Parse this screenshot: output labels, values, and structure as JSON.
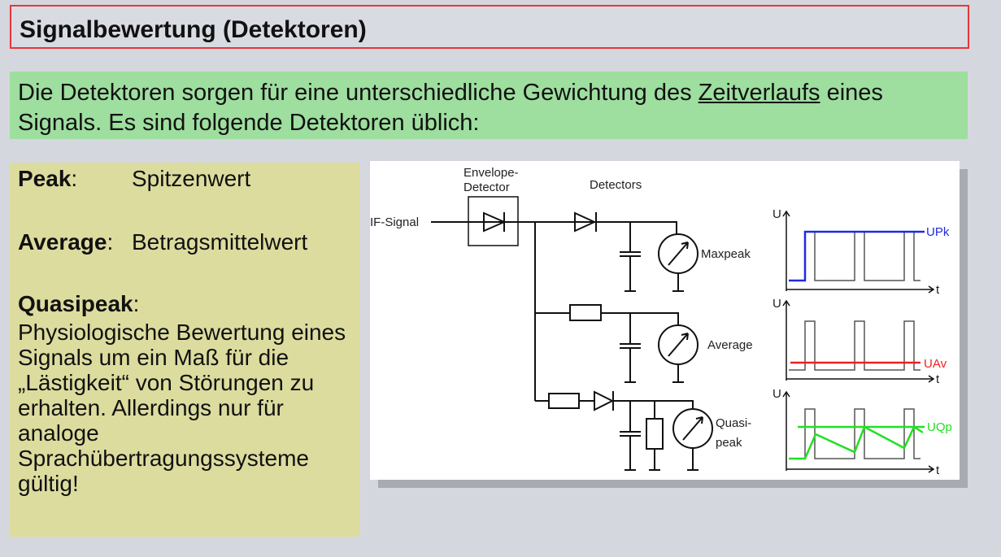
{
  "title": "Signalbewertung (Detektoren)",
  "intro": {
    "before": "Die Detektoren sorgen für eine unterschiedliche Gewichtung des ",
    "link": "Zeitverlaufs",
    "after": " eines Signals. Es sind folgende Detektoren üblich:"
  },
  "detectors": [
    {
      "name": "Peak",
      "sep": ":",
      "desc": "Spitzenwert"
    },
    {
      "name": "Average",
      "sep": ":",
      "desc": "Betragsmittelwert"
    },
    {
      "name": "Quasipeak",
      "sep": ":",
      "desc": "Physiologische Bewertung eines Signals um ein Maß für die „Lästigkeit“ von Störungen zu erhalten. Allerdings nur für analoge Sprachübertragungssysteme gültig!"
    }
  ],
  "diagram": {
    "if_signal": "IF-Signal",
    "envelope_1": "Envelope-",
    "envelope_2": "Detector",
    "detectors": "Detectors",
    "maxpeak": "Maxpeak",
    "average": "Average",
    "quasi_1": "Quasi-",
    "quasi_2": "peak",
    "axis_u": "U",
    "axis_t": "t",
    "upk": "UPk",
    "uav": "UAv",
    "uqp": "UQp",
    "colors": {
      "upk": "#1f2be0",
      "uav": "#f02020",
      "uqp": "#22e022"
    }
  }
}
